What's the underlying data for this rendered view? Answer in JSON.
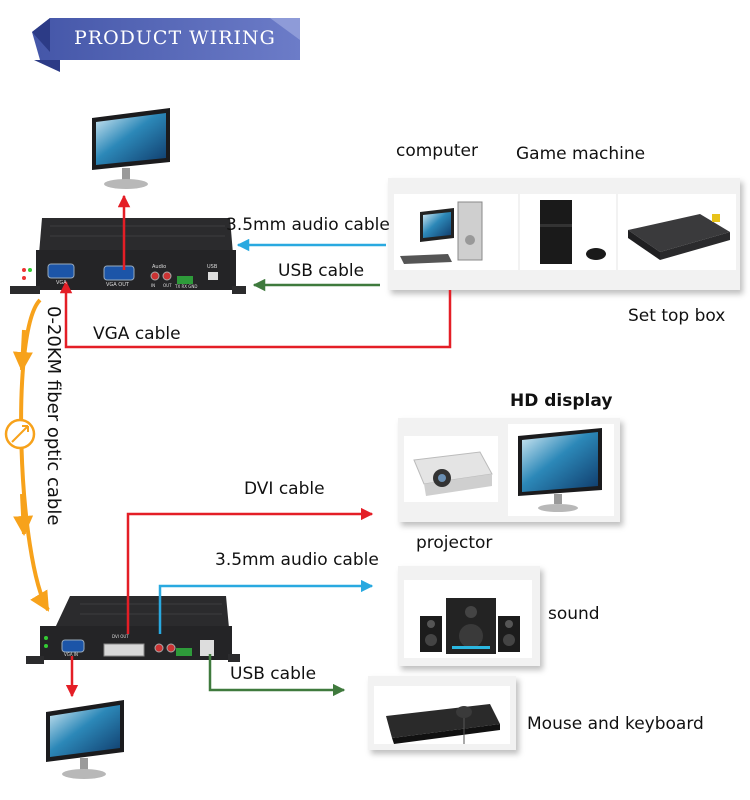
{
  "banner": {
    "title": "PRODUCT WIRING"
  },
  "sources": {
    "computer_label": "computer",
    "game_label": "Game machine",
    "settop_label": "Set top box"
  },
  "upper_cables": {
    "audio_label": "3.5mm audio cable",
    "usb_label": "USB cable",
    "vga_label": "VGA cable"
  },
  "fiber": {
    "label": "0-20KM fiber optic cable"
  },
  "lower_cables": {
    "dvi_label": "DVI cable",
    "audio_label": "3.5mm audio cable",
    "usb_label": "USB cable"
  },
  "destinations": {
    "hd_display_label": "HD display",
    "projector_label": "projector",
    "sound_label": "sound",
    "mouse_keyboard_label": "Mouse and keyboard"
  },
  "device_panel": {
    "vga_in": "VGA",
    "vga_out": "VGA OUT",
    "audio": "Audio",
    "in": "IN",
    "out": "OUT",
    "tx_rx_gnd": "TX RX GND",
    "usb": "USB",
    "dvi_out": "DVI OUT",
    "vga_in_lower": "VGA IN"
  },
  "colors": {
    "banner": "#5866b6",
    "red": "#e41e26",
    "cyan": "#29a9e0",
    "green": "#3f7a3d",
    "orange": "#f7a21b",
    "device": "#2b2b2d"
  }
}
